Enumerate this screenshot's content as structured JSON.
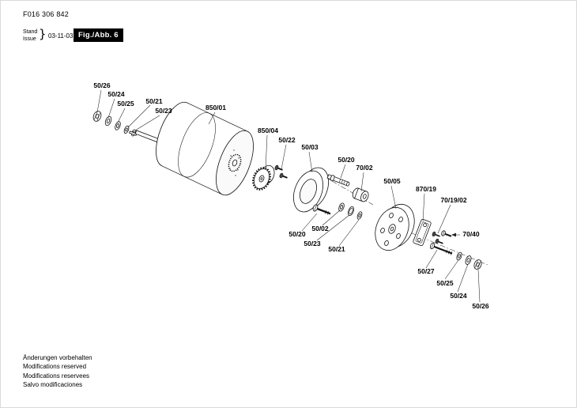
{
  "page": {
    "document_number": "F016 306 842",
    "stand_label": "Stand",
    "issue_label": "Issue",
    "brace": "}",
    "revision_date": "03-11-03",
    "figure_label": "Fig./Abb. 6",
    "footer_lines": {
      "de": "Änderungen vorbehalten",
      "en": "Modifications reserved",
      "fr": "Modifications reservees",
      "es": "Salvo modificaciones"
    }
  },
  "diagram": {
    "labels": [
      {
        "text": "50/26"
      },
      {
        "text": "50/24"
      },
      {
        "text": "50/25"
      },
      {
        "text": "50/21"
      },
      {
        "text": "50/23"
      },
      {
        "text": "850/01"
      },
      {
        "text": "850/04"
      },
      {
        "text": "50/22"
      },
      {
        "text": "50/03"
      },
      {
        "text": "50/20"
      },
      {
        "text": "70/02"
      },
      {
        "text": "50/05"
      },
      {
        "text": "870/19"
      },
      {
        "text": "70/19/02"
      },
      {
        "text": "70/40"
      },
      {
        "text": "50/20"
      },
      {
        "text": "50/02"
      },
      {
        "text": "50/23"
      },
      {
        "text": "50/21"
      },
      {
        "text": "50/27"
      },
      {
        "text": "50/25"
      },
      {
        "text": "50/24"
      },
      {
        "text": "50/26"
      }
    ]
  }
}
